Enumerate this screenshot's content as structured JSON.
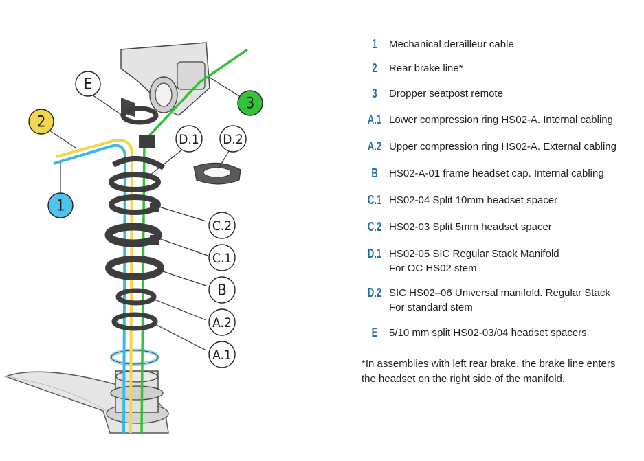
{
  "legend": [
    {
      "code": "1",
      "lines": [
        "Mechanical derailleur cable"
      ]
    },
    {
      "code": "2",
      "lines": [
        "Rear brake line*"
      ]
    },
    {
      "code": "3",
      "lines": [
        "Dropper seatpost remote"
      ]
    },
    {
      "code": "A.1",
      "lines": [
        "Lower compression ring HS02-A. Internal cabling"
      ]
    },
    {
      "code": "A.2",
      "lines": [
        "Upper compression ring HS02-A. External cabling"
      ]
    },
    {
      "code": "B",
      "lines": [
        "HS02-A-01 frame headset cap. Internal cabling"
      ]
    },
    {
      "code": "C.1",
      "lines": [
        "HS02-04 Split 10mm headset spacer"
      ]
    },
    {
      "code": "C.2",
      "lines": [
        "HS02-03 Split 5mm headset spacer"
      ]
    },
    {
      "code": "D.1",
      "lines": [
        "HS02-05 SIC Regular Stack Manifold",
        "For OC HS02 stem"
      ]
    },
    {
      "code": "D.2",
      "lines": [
        "SIC HS02–06 Universal manifold. Regular Stack",
        "For standard stem"
      ]
    },
    {
      "code": "E",
      "lines": [
        "5/10 mm split HS02-03/04 headset spacers"
      ]
    }
  ],
  "footnote": [
    "*In assemblies with left rear brake, the brake line enters",
    "the headset on the right side of the manifold."
  ],
  "callouts": {
    "c1": "1",
    "c2": "2",
    "c3": "3",
    "E": "E",
    "D1": "D.1",
    "D2": "D.2",
    "C2": "C.2",
    "C1": "C.1",
    "B": "B",
    "A2": "A.2",
    "A1": "A.1"
  },
  "colors": {
    "derailleur_cable": "#3cb8e6",
    "brake_line": "#f2d64b",
    "dropper_remote": "#33c23a",
    "legend_code": "#1f6fa3",
    "part_dark": "#3d3d3d",
    "part_light": "#dcdcdc"
  }
}
